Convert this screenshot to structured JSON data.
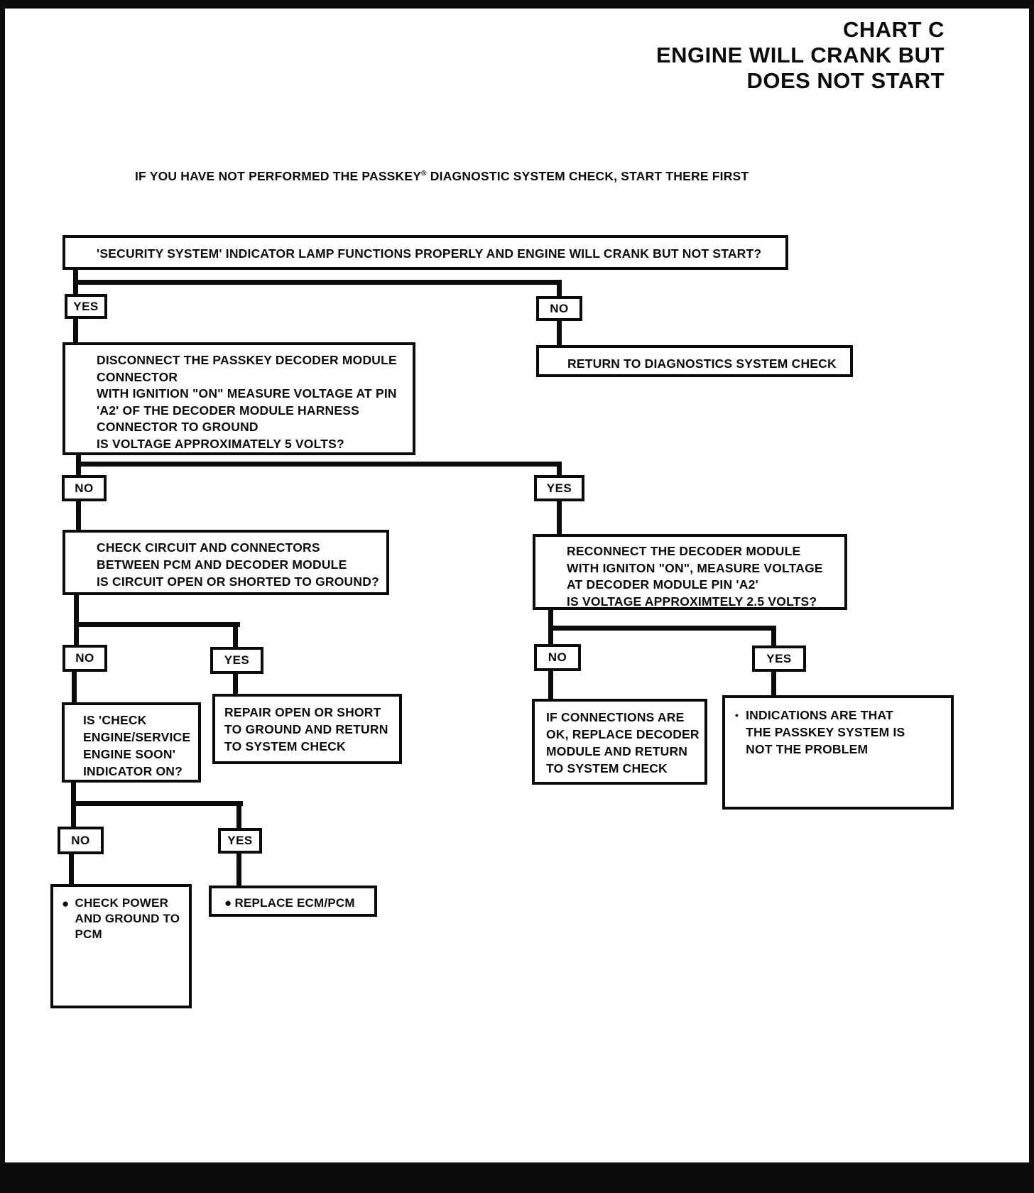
{
  "header": {
    "title_lines": [
      "CHART C",
      "ENGINE WILL CRANK BUT",
      "DOES NOT START"
    ],
    "instruction_pre": "IF YOU HAVE NOT PERFORMED THE PASSKEY",
    "instruction_sup": "®",
    "instruction_post": " DIAGNOSTIC SYSTEM CHECK, START THERE FIRST"
  },
  "labels": {
    "yes": "YES",
    "no": "NO"
  },
  "icons": {
    "bullet": "●",
    "small_bullet": "•"
  },
  "colors": {
    "ink": "#0c0c0c",
    "paper": "#ffffff"
  },
  "nodes": {
    "security_question": "'SECURITY SYSTEM' INDICATOR LAMP FUNCTIONS PROPERLY AND ENGINE WILL CRANK BUT NOT START?",
    "disconnect_decoder": "DISCONNECT THE PASSKEY DECODER MODULE\nCONNECTOR\nWITH IGNITION \"ON\" MEASURE VOLTAGE AT PIN\n'A2' OF THE DECODER MODULE HARNESS\nCONNECTOR TO GROUND\nIS VOLTAGE APPROXIMATELY 5 VOLTS?",
    "return_diagnostics": "RETURN TO DIAGNOSTICS SYSTEM CHECK",
    "check_circuit": "CHECK CIRCUIT AND CONNECTORS\nBETWEEN PCM AND DECODER MODULE\nIS CIRCUIT OPEN OR SHORTED TO GROUND?",
    "reconnect_decoder": "RECONNECT THE DECODER MODULE\nWITH IGNITON \"ON\", MEASURE VOLTAGE\nAT DECODER MODULE PIN 'A2'\nIS VOLTAGE APPROXIMTELY 2.5 VOLTS?",
    "check_engine_indicator": "IS 'CHECK\nENGINE/SERVICE\nENGINE SOON'\nINDICATOR ON?",
    "repair_open_short": "REPAIR OPEN OR SHORT\nTO GROUND AND RETURN\nTO SYSTEM CHECK",
    "replace_decoder": "IF CONNECTIONS ARE\nOK, REPLACE DECODER\nMODULE AND RETURN\nTO SYSTEM CHECK",
    "passkey_not_problem": "INDICATIONS ARE THAT\nTHE PASSKEY SYSTEM IS\nNOT THE PROBLEM",
    "check_power_ground": "CHECK POWER\nAND GROUND TO\nPCM",
    "replace_ecm_pcm": "REPLACE ECM/PCM"
  }
}
